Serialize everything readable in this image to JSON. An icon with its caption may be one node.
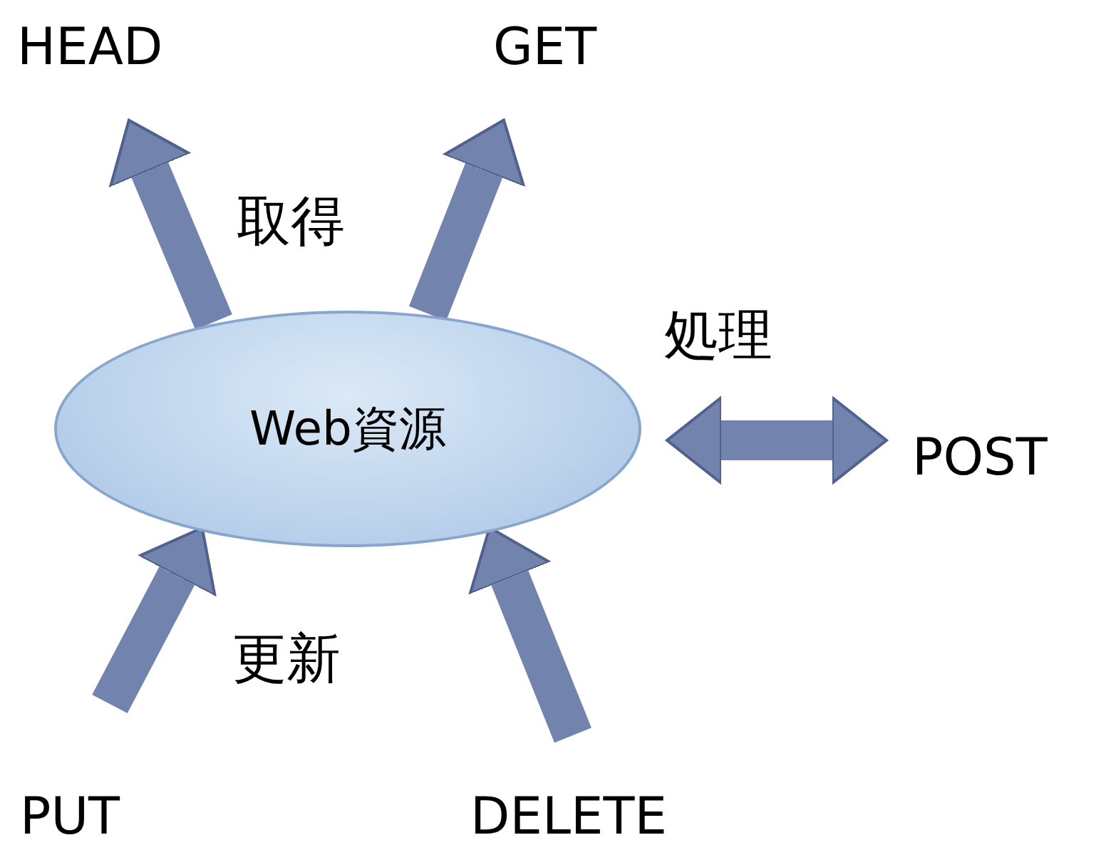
{
  "diagram": {
    "nodes": [
      {
        "text": [
          "Web資源"
        ]
      },
      {
        "text": [
          "HEAD"
        ]
      },
      {
        "text": [
          "GET"
        ]
      },
      {
        "text": [
          "POST"
        ]
      },
      {
        "text": [
          "PUT"
        ]
      },
      {
        "text": [
          "DELETE"
        ]
      }
    ],
    "edges": [
      {
        "from": 0,
        "to": 1,
        "arrow": "to"
      },
      {
        "from": 0,
        "to": 2,
        "arrow": "to"
      },
      {
        "from": 0,
        "to": 3,
        "arrow": "both",
        "label": "処理"
      },
      {
        "from": 4,
        "to": 0,
        "arrow": "to"
      },
      {
        "from": 5,
        "to": 0,
        "arrow": "to"
      }
    ],
    "labels": [
      "取得",
      "更新"
    ]
  }
}
